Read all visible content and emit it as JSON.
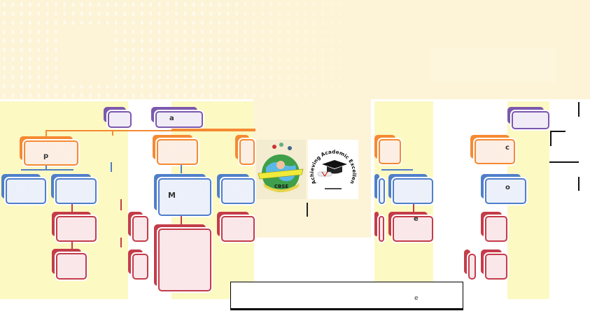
{
  "colors": {
    "panel": "#fcf9c3",
    "banner": "#fdf4d8",
    "orange": "#f58a33",
    "blue": "#4f7fca",
    "red": "#c43c4a",
    "purple": "#7b58ad"
  },
  "labels": {
    "p": "p",
    "a": "a",
    "m": "M",
    "e": "e",
    "c": "c",
    "o": "o",
    "bottom": "e"
  },
  "logos": {
    "globe": {
      "text": "CBSE",
      "icon": "globe-children-icon"
    },
    "academic": {
      "text": "Achieving Academic Excellence",
      "icon": "graduation-cap-icon"
    }
  }
}
